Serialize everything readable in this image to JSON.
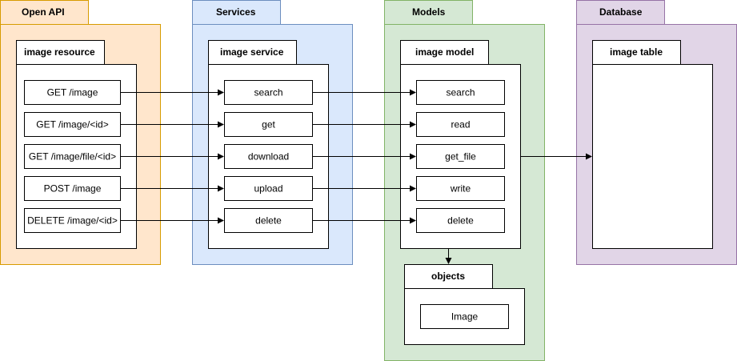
{
  "colors": {
    "openapi_fill": "#ffe6cc",
    "openapi_stroke": "#d79b00",
    "services_fill": "#dae8fc",
    "services_stroke": "#6c8ebf",
    "models_fill": "#d5e8d4",
    "models_stroke": "#82b366",
    "database_fill": "#e1d5e7",
    "database_stroke": "#9673a6",
    "box_stroke": "#000000",
    "box_fill": "#ffffff"
  },
  "packages": {
    "openapi": "Open API",
    "services": "Services",
    "models": "Models",
    "database": "Database"
  },
  "openapi": {
    "resource_title": "image resource",
    "endpoints": [
      "GET /image",
      "GET /image/<id>",
      "GET /image/file/<id>",
      "POST /image",
      "DELETE /image/<id>"
    ]
  },
  "services": {
    "service_title": "image service",
    "methods": [
      "search",
      "get",
      "download",
      "upload",
      "delete"
    ]
  },
  "models": {
    "model_title": "image model",
    "methods": [
      "search",
      "read",
      "get_file",
      "write",
      "delete"
    ],
    "objects_title": "objects",
    "objects": [
      "Image"
    ]
  },
  "database": {
    "table_title": "image table"
  },
  "edges": [
    {
      "from": "GET /image",
      "to": "search"
    },
    {
      "from": "GET /image/<id>",
      "to": "get"
    },
    {
      "from": "GET /image/file/<id>",
      "to": "download"
    },
    {
      "from": "POST /image",
      "to": "upload"
    },
    {
      "from": "DELETE /image/<id>",
      "to": "delete"
    },
    {
      "from": "search",
      "to": "search"
    },
    {
      "from": "get",
      "to": "read"
    },
    {
      "from": "download",
      "to": "get_file"
    },
    {
      "from": "upload",
      "to": "write"
    },
    {
      "from": "delete",
      "to": "delete"
    },
    {
      "from": "image model",
      "to": "image table"
    },
    {
      "from": "image model",
      "to": "objects"
    }
  ]
}
